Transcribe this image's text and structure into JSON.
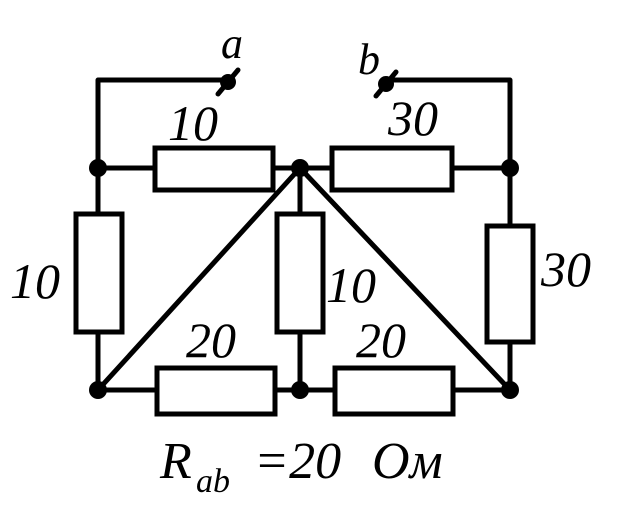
{
  "terminals": {
    "a": "a",
    "b": "b"
  },
  "resistors": {
    "top_left": "10",
    "top_right": "30",
    "left": "10",
    "middle": "10",
    "right": "30",
    "bottom_left": "20",
    "bottom_right": "20"
  },
  "result": {
    "symbol": "R",
    "subscript": "ab",
    "value": "=20",
    "unit": "Ом"
  },
  "colors": {
    "line": "#000000",
    "background": "#ffffff"
  }
}
